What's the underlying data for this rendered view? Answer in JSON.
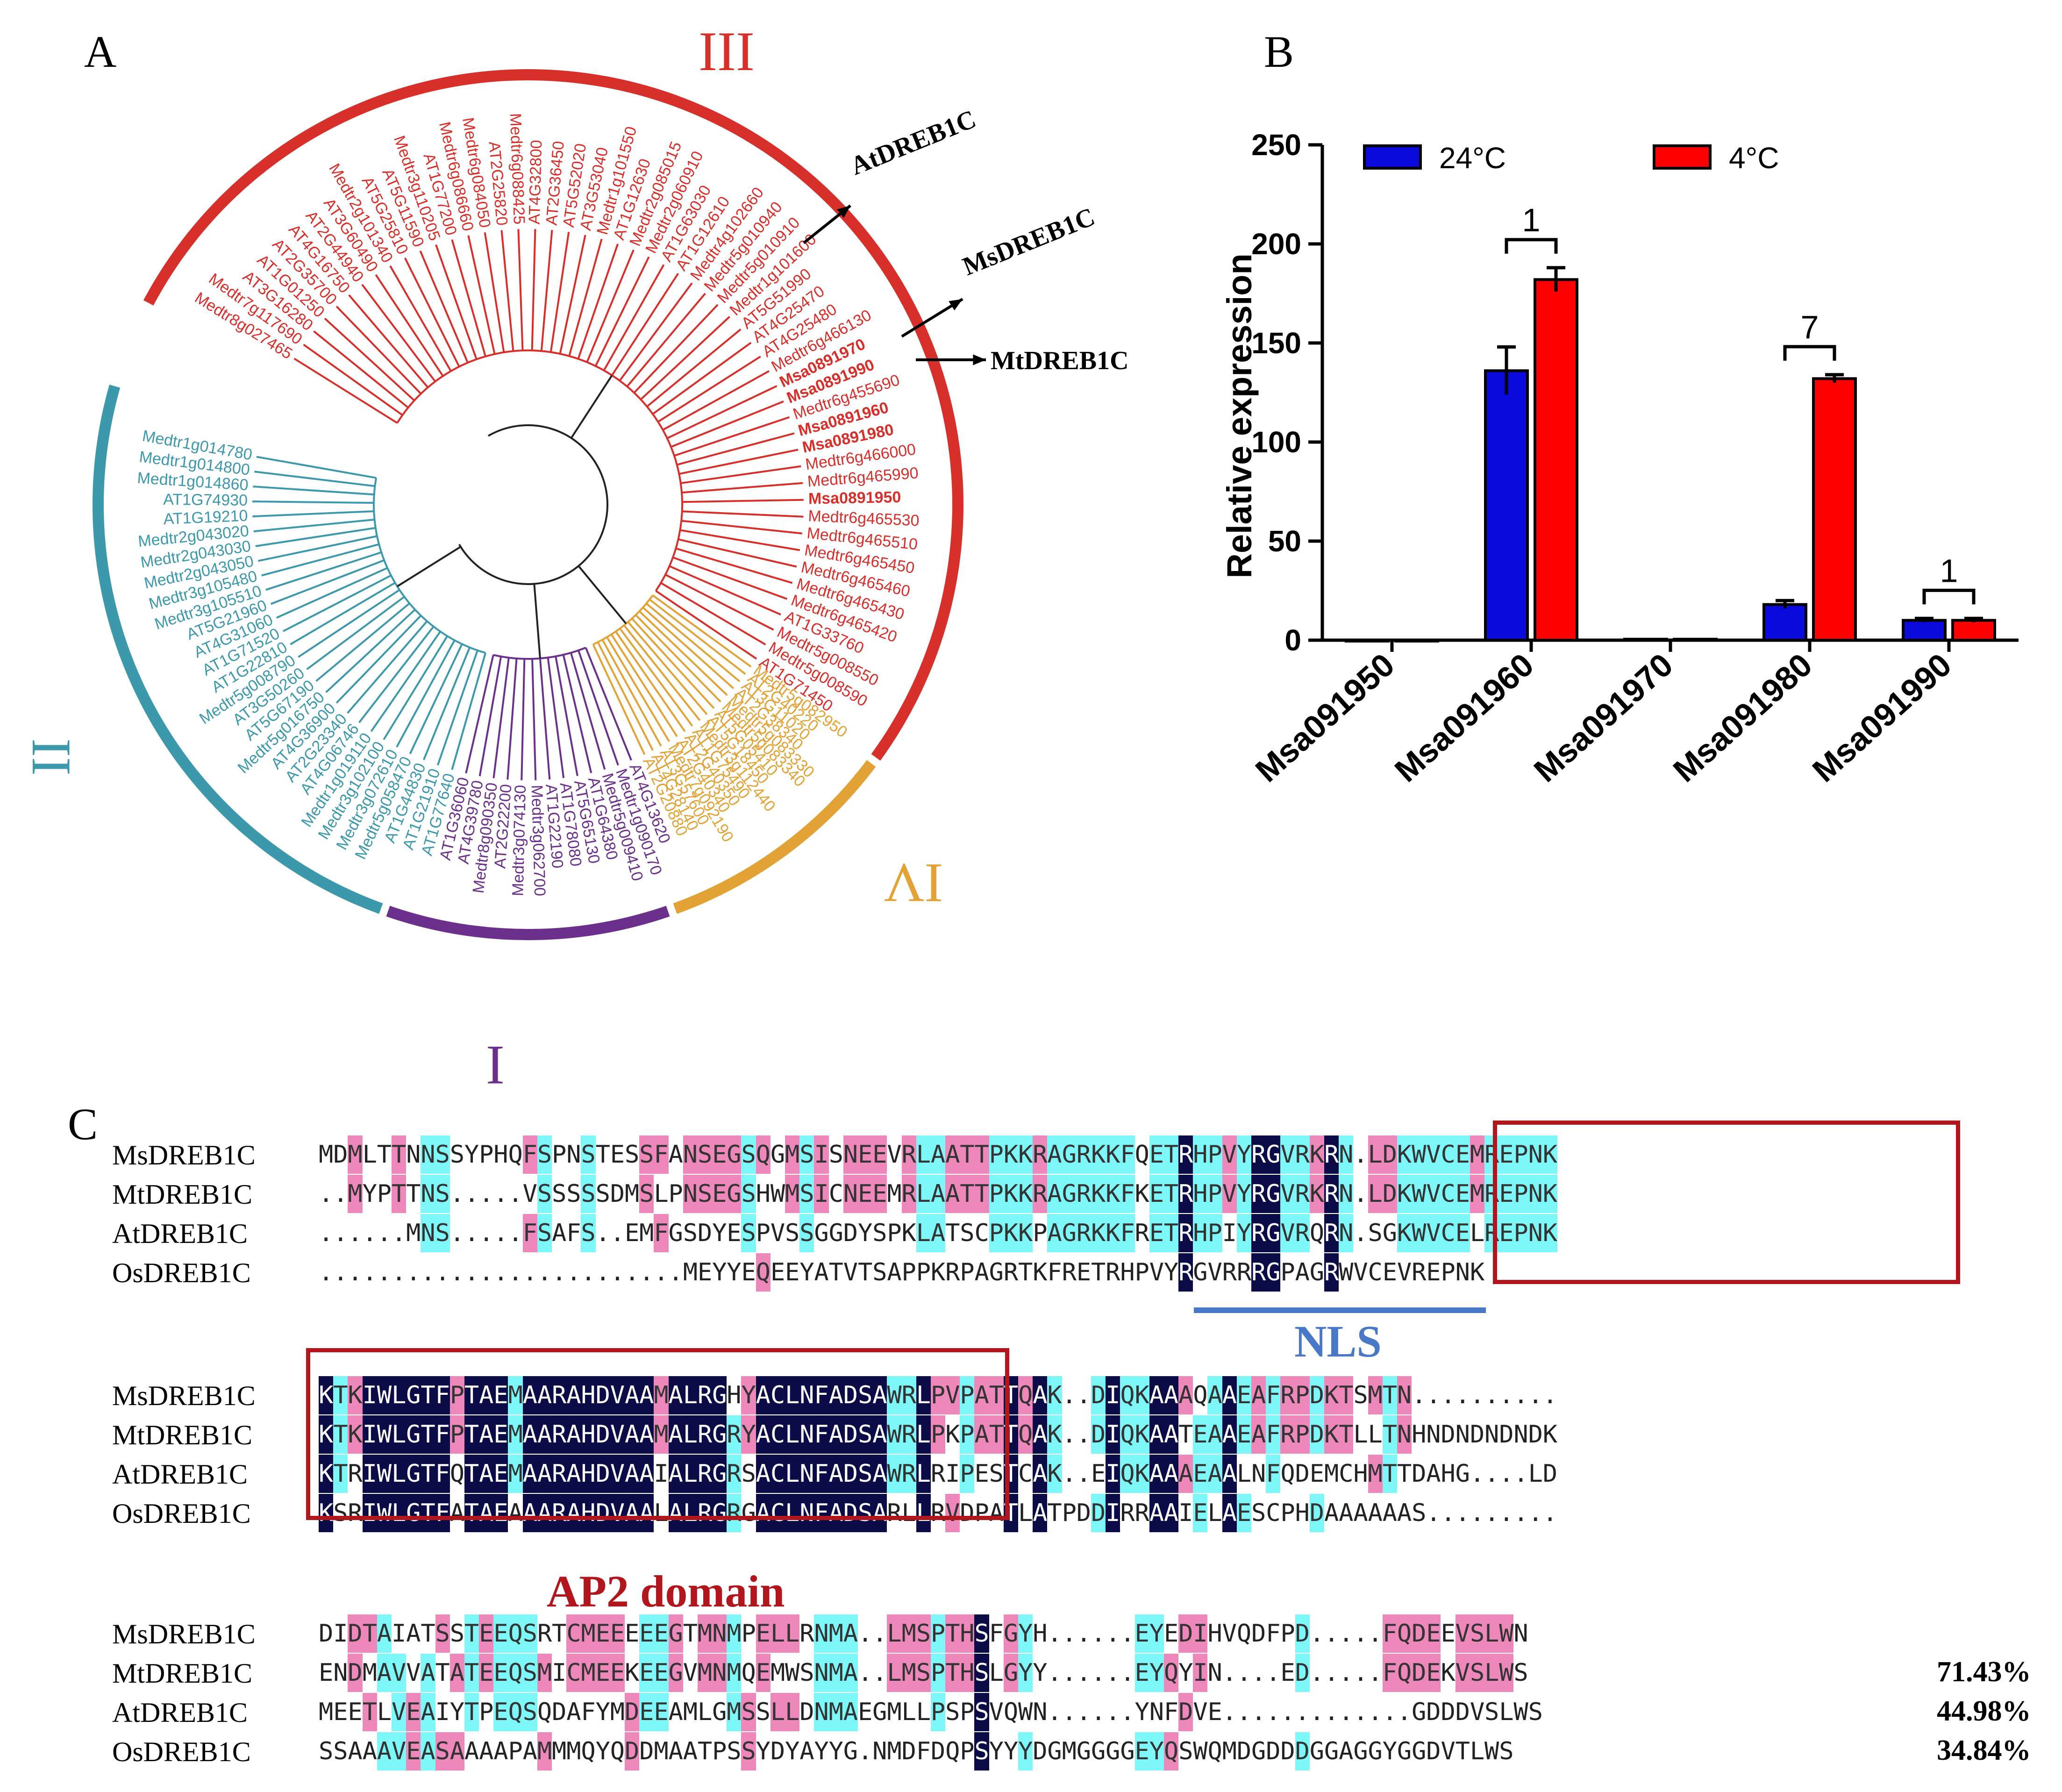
{
  "figure": {
    "panel_a_label": "A",
    "panel_b_label": "B",
    "panel_c_label": "C"
  },
  "tree": {
    "clade_labels": {
      "I": "I",
      "II": "II",
      "III": "III",
      "IV": "IV"
    },
    "colors": {
      "III": "#d72f2a",
      "II": "#3c98ab",
      "I": "#6b2f8c",
      "IV": "#e3a235"
    },
    "arrows": {
      "at": "AtDREB1C",
      "ms": "MsDREB1C",
      "mt": "MtDREB1C"
    },
    "clade3": [
      "Medtr8g027465",
      "Medtr7g117690",
      "AT3G16280",
      "AT1G01250",
      "AT2G35700",
      "AT4G16750",
      "AT2G44940",
      "AT3G60490",
      "Medtr2g101340",
      "AT5G25810",
      "AT5G11590",
      "Medtr3g110205",
      "AT1G77200",
      "Medtr6g086660",
      "Medtr6g084050",
      "AT2G25820",
      "Medtr6g088425",
      "AT4G32800",
      "AT2G36450",
      "AT5G52020",
      "AT3G53040",
      "Medtr1g101550",
      "AT1G12630",
      "Medtr2g085015",
      "Medtr2g060910",
      "AT1G63030",
      "AT1G12610",
      "Medtr4g102660",
      "Medtr5g010940",
      "Medtr5g010910",
      "Medtr1g101600",
      "AT5G51990",
      "AT4G25470",
      "AT4G25480",
      "Medtr6g466130",
      "Msa0891970",
      "Msa0891990",
      "Medtr6g455690",
      "Msa0891960",
      "Msa0891980",
      "Medtr6g466000",
      "Medtr6g465990",
      "Msa0891950",
      "Medtr6g465530",
      "Medtr6g465510",
      "Medtr6g465450",
      "Medtr6g465460",
      "Medtr6g465430",
      "Medtr6g465420",
      "AT1G33760",
      "Medtr5g008550",
      "Medtr5g008590",
      "AT1G71450"
    ],
    "clade3_bold": [
      "Msa0891970",
      "Msa0891990",
      "Msa0891960",
      "Msa0891980",
      "Msa0891950"
    ],
    "clade4": [
      "Medtr5g082950",
      "AT2G40220",
      "AT3G11020",
      "AT2G38340",
      "Medtr5g083330",
      "Medtr5g083340",
      "AT5G05410",
      "AT5G18450",
      "Medtr3g112440",
      "AT1G75490",
      "AT2G40350",
      "AT2G40340",
      "Medtr7g092190",
      "AT3G57600",
      "AT4G28140",
      "AT2G20880"
    ],
    "clade1": [
      "AT4G13620",
      "Medtr1g090170",
      "Medtr5g009410",
      "AT1G64380",
      "AT5G65130",
      "AT1G78080",
      "AT1G22190",
      "Medtr3g062700",
      "Medtr3g074130",
      "AT2G22200",
      "Medtr8g090350",
      "AT4G39780",
      "AT1G36060"
    ],
    "clade2": [
      "AT1G77640",
      "AT1G21910",
      "AT1G44830",
      "Medtr5g058470",
      "Medtr3g072610",
      "Medtr3g102100",
      "Medtr1g019110",
      "AT4G06746",
      "AT2G23340",
      "AT4G36900",
      "Medtr5g016750",
      "AT5G67190",
      "AT3G50260",
      "Medtr5g008790",
      "AT1G22810",
      "AT1G71520",
      "AT4G31060",
      "AT5G21960",
      "Medtr3g105510",
      "Medtr3g105480",
      "Medtr2g043050",
      "Medtr2g043030",
      "Medtr2g043020",
      "AT1G19210",
      "AT1G74930",
      "Medtr1g014860",
      "Medtr1g014800",
      "Medtr1g014780"
    ]
  },
  "chart_data": {
    "type": "bar",
    "ylabel": "Relative expression",
    "ylim": [
      0,
      250
    ],
    "yticks": [
      "0",
      "50",
      "100",
      "150",
      "200",
      "250"
    ],
    "categories": [
      "Msa091950",
      "Msa091960",
      "Msa091970",
      "Msa091980",
      "Msa091990"
    ],
    "series": [
      {
        "name": "24°C",
        "color": "#0a0adc",
        "values": [
          0,
          136,
          0.5,
          18,
          10
        ],
        "errors": [
          0,
          12,
          0,
          2,
          1
        ]
      },
      {
        "name": "4°C",
        "color": "#ff0000",
        "values": [
          0,
          182,
          0.5,
          132,
          10
        ],
        "errors": [
          0,
          6,
          0,
          2,
          1
        ]
      }
    ],
    "annotations": [
      {
        "category": "Msa091960",
        "text": "1"
      },
      {
        "category": "Msa091980",
        "text": "7"
      },
      {
        "category": "Msa091990",
        "text": "1"
      }
    ]
  },
  "alignment": {
    "nls_label": "NLS",
    "ap2_label": "AP2 domain",
    "names": [
      "MsDREB1C",
      "MtDREB1C",
      "AtDREB1C",
      "OsDREB1C"
    ],
    "identities": [
      "71.43%",
      "44.98%",
      "34.84%"
    ],
    "blocks": [
      [
        "MDMLTTNNSSYPHQFSPNSTESSFANSEGSQGMSISNEEVRLAATTPKKRAGRKKFQETRHPVYRGVRKRN.LDKWVCEMREPNK",
        "..MYPTTNS.....VSSSSSDMSLPNSEGSHWMSICNEEMRLAATTPKKRAGRKKFKETRHPVYRGVRKRN.LDKWVCEMREPNK",
        "......MNS.....FSAFS..EMFGSDYESPVSSGGDYSPKLATSCPKKPAGRKKFRETRHPIYRGVRQRN.SGKWVCELREPNK",
        ".........................MEYYEQEEYATVTSAPPKRPAGRTKFRETRHPVYRGVRRRGPAGRWVCEVREPNK"
      ],
      [
        "KTKIWLGTFPTAEMAARAHDVAAMALRGHYACLNFADSAWRLPVPATTQAK..DIQKAAAQAAEAFRPDKTSMTN..........",
        "KTKIWLGTFPTAEMAARAHDVAAMALRGRYACLNFADSAWRLPKPATTQAK..DIQKAATEAAEAFRPDKTLLTNHNDNDNDNDK",
        "KTRIWLGTFQTAEMAARAHDVAAIALRGRSACLNFADSAWRLRIPESTCAK..EIQKAAAEAALNFQDEMCHMTTDAHG....LD",
        "KSRIWLGTFATAEAAARAHDVAALALRGRGACLNFADSARLLRVDPATLATPDDIRRAAIELAESCPHDAAAAAAS........."
      ],
      [
        "DIDTAIATSSTEEQSRTCMEEEEEGTMNMPELLRNMA..LMSPTHSFGYH......EYEDIHVQDFPD.....FQDEEVSLWN",
        "ENDMAVVATATEEQSMICMEEKEEGVMNMQEMWSNMA..LMSPTHSLGYY......EYQYIN....ED.....FQDEKVSLWS",
        "MEETLVEAIYTPEQSQDAFYMDEEAMLGMSSLLDNMAEGMLLPSPSVQWN......YNFDVE.............GDDDVSLWS",
        "SSAAAVEASAAAAPAMMMQYQDDMAATPSSYDYAYYG.NMDFDQPSYYYDGMGGGGEYQSWQMDGDDDGGAGGYGGDVTLWS"
      ]
    ]
  }
}
